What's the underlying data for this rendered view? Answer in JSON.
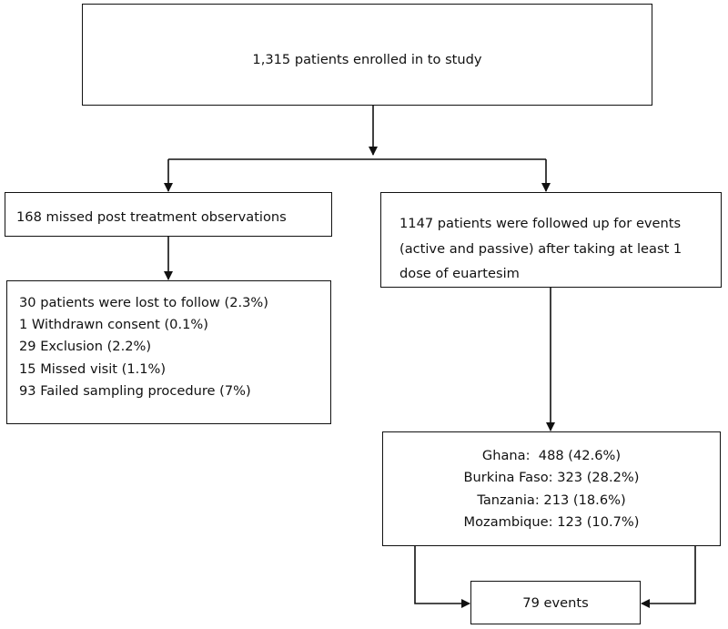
{
  "enrolled": "1,315 patients enrolled in to study",
  "missed": "168 missed post treatment observations",
  "followed": "1147 patients were followed up for events (active and passive) after taking at least 1 dose of euartesim",
  "missed_details": [
    "30 patients were lost to follow (2.3%)",
    "1 Withdrawn consent (0.1%)",
    "29 Exclusion (2.2%)",
    "15 Missed visit (1.1%)",
    "93 Failed sampling procedure (7%)"
  ],
  "countries": [
    "Ghana:  488 (42.6%)",
    "Burkina Faso: 323 (28.2%)",
    "Tanzania: 213 (18.6%)",
    "Mozambique: 123 (10.7%)"
  ],
  "events": "79 events"
}
